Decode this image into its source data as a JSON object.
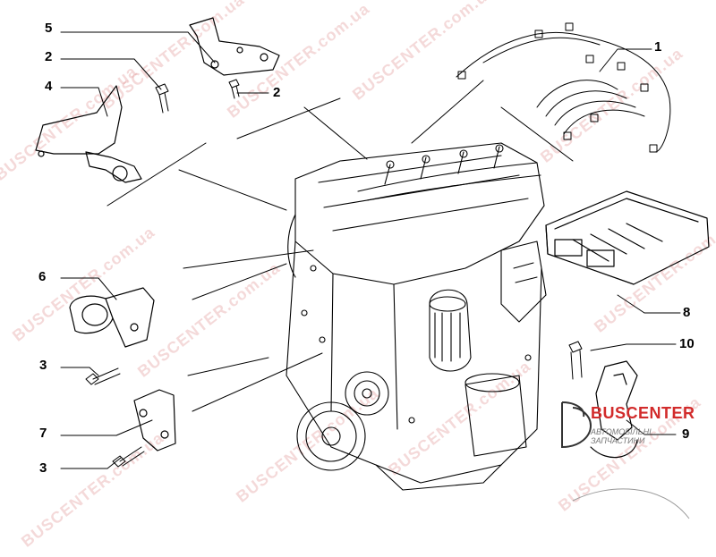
{
  "callouts": {
    "c1": "1",
    "c2a": "2",
    "c2b": "2",
    "c3a": "3",
    "c3b": "3",
    "c4": "4",
    "c5": "5",
    "c6": "6",
    "c7": "7",
    "c8": "8",
    "c9": "9",
    "c10": "10"
  },
  "watermark": {
    "text": "BUSCENTER.com.ua",
    "color": "#d67878"
  },
  "logo": {
    "title": "BUSCENTER",
    "subtitle": "АВТОМОБІЛЬНІ ЗАПЧАСТИНИ",
    "color": "#d22b2b"
  }
}
